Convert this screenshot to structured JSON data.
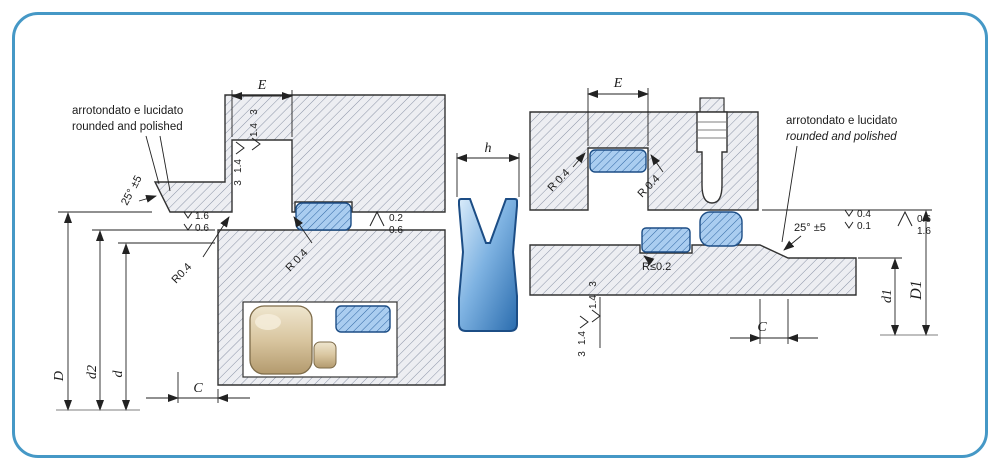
{
  "colors": {
    "frame_border": "#4598c6",
    "metal_fill": "#edeef2",
    "hatch_line": "#8a93a6",
    "seal_blue_fill": "#aacdf0",
    "seal_blue_line": "#2f66a3",
    "seal_outline": "#1c4d85",
    "guide_beige": "#d9c6a0"
  },
  "left": {
    "note1": "arrotondato e lucidato",
    "note2": "rounded and polished",
    "angle": "25° ±5",
    "ra_top": "1.6",
    "ra_bot": "0.6",
    "groove_mark_a": "3",
    "groove_mark_b": "1.4",
    "wall_mark_a": "1.4",
    "wall_mark_b": "3",
    "bore_mark_a": "0.2",
    "bore_mark_b": "0.6",
    "r1": "R0.4",
    "r2": "R 0.4",
    "dim_e": "E",
    "dim_c": "C",
    "dim_D": "D",
    "dim_d2": "d2",
    "dim_d": "d"
  },
  "seal": {
    "dim_h": "h"
  },
  "right": {
    "note1": "arrotondato e lucidato",
    "note2": "rounded and polished",
    "angle": "25° ±5",
    "r1": "R 0.4",
    "r2": "R 0.4",
    "r3": "R≤0.2",
    "ra_top": "0.4",
    "ra_bot": "0.1",
    "bore_mark_a": "0.6",
    "bore_mark_b": "1.6",
    "groove_mark_a": "3",
    "groove_mark_b": "1.4",
    "wall_mark_a": "1.4",
    "wall_mark_b": "3",
    "dim_e": "E",
    "dim_c": "C",
    "dim_d1": "d1",
    "dim_D1": "D1"
  }
}
